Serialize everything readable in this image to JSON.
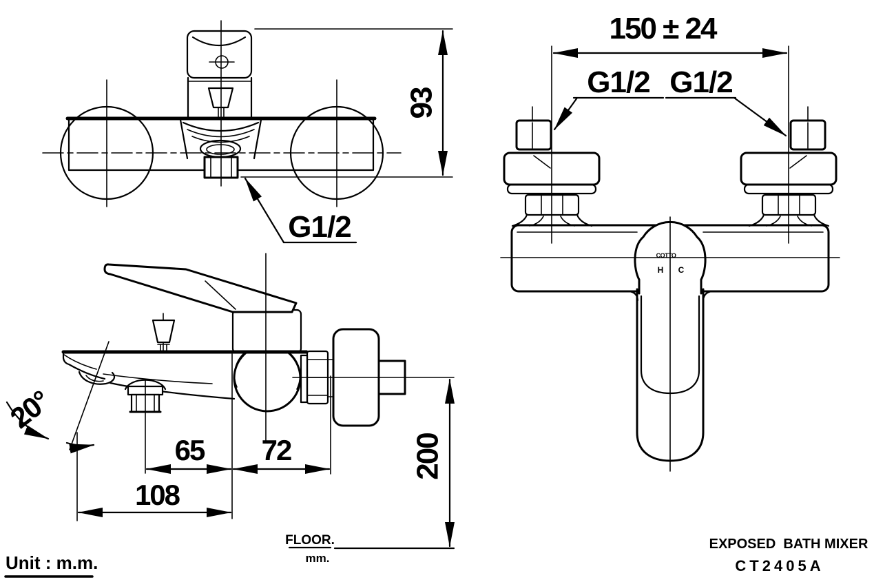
{
  "colors": {
    "ink": "#000000",
    "paper": "#ffffff"
  },
  "views": {
    "top": {
      "depth": "93",
      "thread_label": "G1/2"
    },
    "front": {
      "span": "150 ± 24",
      "thread_left": "G1/2",
      "thread_right": "G1/2",
      "logo": "COTTO",
      "hot": "H",
      "cold": "C"
    },
    "side": {
      "spout_angle": "20°",
      "spout_reach": "65",
      "wall_offset": "72",
      "total_reach": "108",
      "height": "200",
      "floor_label": "FLOOR.",
      "floor_unit": "mm."
    }
  },
  "footer": {
    "unit_note": "Unit : m.m.",
    "product_name": "EXPOSED  BATH MIXER",
    "model": "CT2405A"
  }
}
